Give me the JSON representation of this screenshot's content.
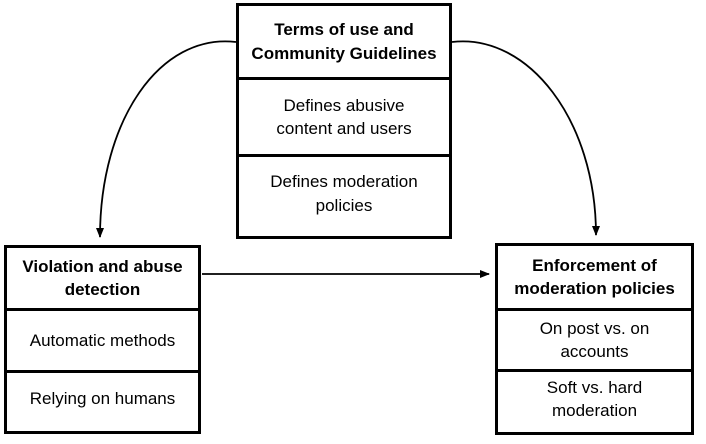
{
  "colors": {
    "background": "#ffffff",
    "line": "#000000",
    "box_border": "#000000",
    "text": "#000000"
  },
  "boxes": {
    "terms": {
      "title": "Terms of use and\nCommunity Guidelines",
      "items": [
        "Defines abusive\ncontent and users",
        "Defines moderation\npolicies"
      ]
    },
    "detection": {
      "title": "Violation and abuse\ndetection",
      "items": [
        "Automatic methods",
        "Relying on humans"
      ]
    },
    "enforcement": {
      "title": "Enforcement of\nmoderation policies",
      "items": [
        "On post vs. on\naccounts",
        "Soft vs. hard\nmoderation"
      ]
    }
  },
  "arrows": [
    {
      "from": "terms",
      "to": "detection",
      "style": "curved"
    },
    {
      "from": "terms",
      "to": "enforcement",
      "style": "curved"
    },
    {
      "from": "detection",
      "to": "enforcement",
      "style": "straight"
    }
  ]
}
